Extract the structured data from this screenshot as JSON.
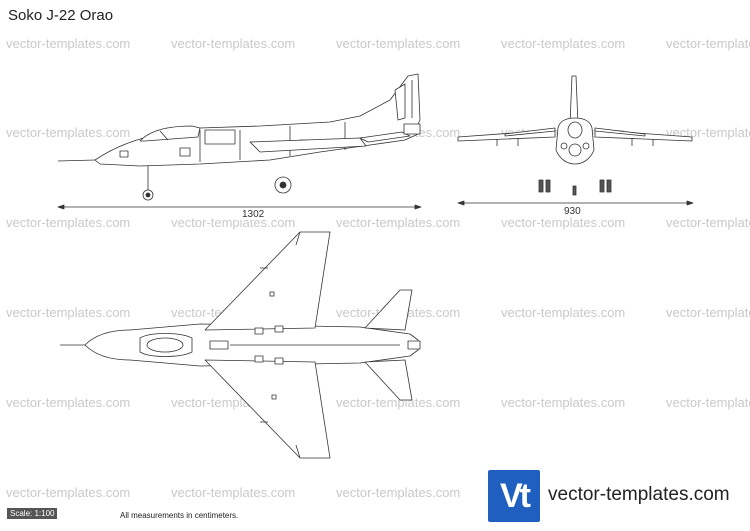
{
  "title": "Soko J-22 Orao",
  "watermark": "vector-templates.com",
  "dimensions": {
    "side_length": "1302",
    "front_width": "930"
  },
  "scale_label": "Scale: 1:100",
  "footnote": "All measurements in centimeters.",
  "brand": {
    "logo_letters": "Vt",
    "name": "vector-templates.com",
    "logo_color": "#1f5fbf"
  }
}
